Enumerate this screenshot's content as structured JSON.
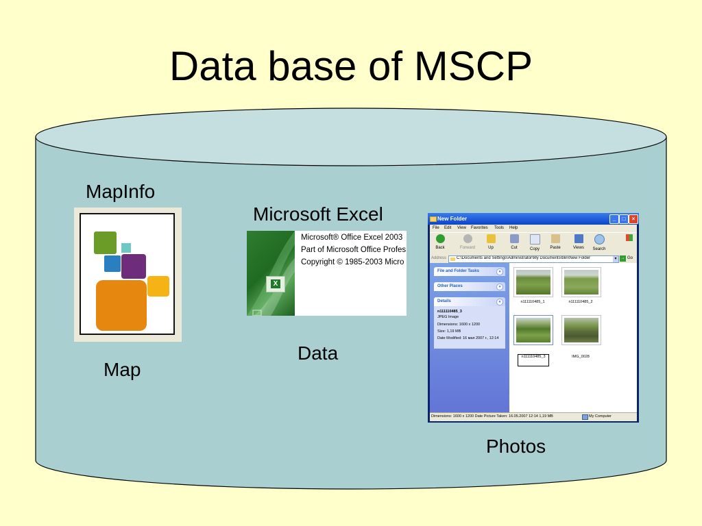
{
  "title": "Data base of MSCP",
  "colors": {
    "background": "#ffffcc",
    "cylinder_body": "#a9cfd1",
    "cylinder_top": "#c5dfe0",
    "outline": "#000000"
  },
  "mapinfo": {
    "label": "MapInfo",
    "caption": "Map"
  },
  "excel": {
    "label": "Microsoft Excel",
    "caption": "Data",
    "splash_lines": [
      "Microsoft® Office Excel 2003",
      "Part of Microsoft Office Profes",
      "Copyright © 1985-2003 Micro"
    ]
  },
  "explorer": {
    "caption": "Photos",
    "window_title": "New Folder",
    "menu": [
      "File",
      "Edit",
      "View",
      "Favorites",
      "Tools",
      "Help"
    ],
    "toolbar": [
      "Back",
      "Forward",
      "Up",
      "Cut",
      "Copy",
      "Paste",
      "Views",
      "Search"
    ],
    "address_label": "Address",
    "address_value": "C:\\Documents and Settings\\Administrator\\My Documents\\blin\\New Folder",
    "go_label": "Go",
    "panels": [
      "File and Folder Tasks",
      "Other Places",
      "Details"
    ],
    "details": {
      "name": "n111110485_3",
      "type": "JPEG Image",
      "dimensions": "Dimensions: 1600 x 1200",
      "size": "Size: 1,19 MB",
      "modified": "Date Modified: 16 мая 2007 г., 12:14"
    },
    "files": [
      "n111110485_1",
      "n111110485_2",
      "n111110485_3",
      "IMG_0028"
    ],
    "status_left": "Dimensions: 1600 x 1200 Date Picture Taken: 16.05.2007 12:14  1,19 MB",
    "status_right": "My Computer"
  }
}
